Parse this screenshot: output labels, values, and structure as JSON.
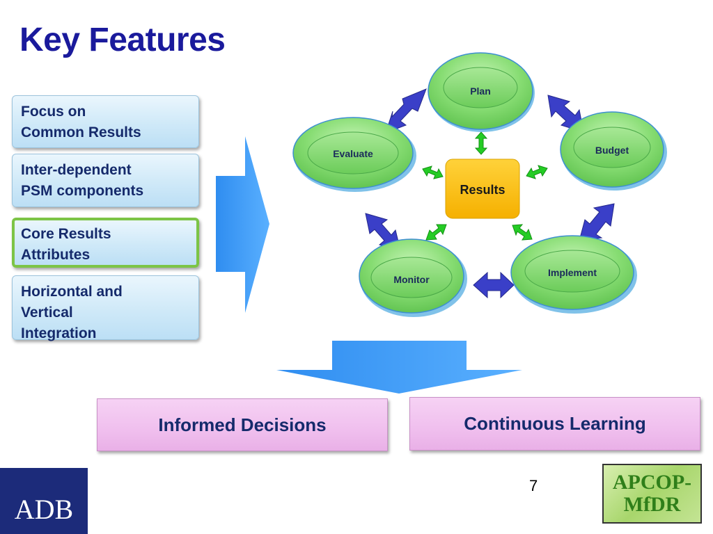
{
  "slide": {
    "title": "Key Features",
    "page_number": "7"
  },
  "features": [
    {
      "label": "Focus on\nCommon Results",
      "selected": false
    },
    {
      "label": "Inter-dependent\nPSM components",
      "selected": false
    },
    {
      "label": "Core Results\nAttributes",
      "selected": true
    },
    {
      "label": "Horizontal and\nVertical\nIntegration",
      "selected": false
    }
  ],
  "cycle": {
    "center": "Results",
    "nodes": {
      "plan": "Plan",
      "budget": "Budget",
      "implement": "Implement",
      "monitor": "Monitor",
      "evaluate": "Evaluate"
    }
  },
  "outcomes": {
    "left": "Informed Decisions",
    "right": "Continuous Learning"
  },
  "logos": {
    "adb": "ADB",
    "apcop_line1": "APCOP-",
    "apcop_line2": "MfDR"
  },
  "colors": {
    "title": "#1a1a9c",
    "node_fill": "#7ed86e",
    "center_fill": "#ffc000",
    "outcome_fill": "#f0bfee",
    "arrow_blue": "#3b96f5",
    "connector_navy": "#3a3fc8",
    "connector_green": "#22cc22"
  }
}
